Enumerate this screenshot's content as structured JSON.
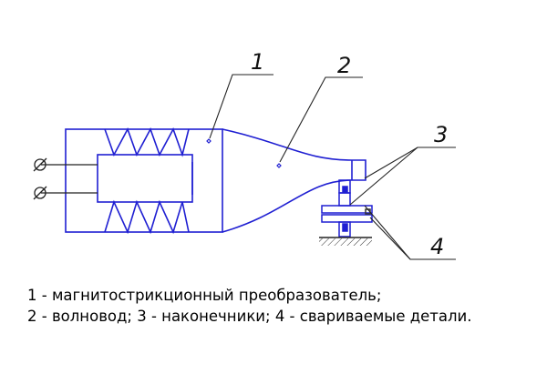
{
  "diagram": {
    "callouts": [
      "1",
      "2",
      "3",
      "4"
    ],
    "colors": {
      "body": "#1f1fd2",
      "lines": "#222222"
    }
  },
  "caption": {
    "line1": "1 - магнитострикционный преобразователь;",
    "line2": "2 - волновод; 3 - наконечники; 4 - свариваемые детали."
  }
}
